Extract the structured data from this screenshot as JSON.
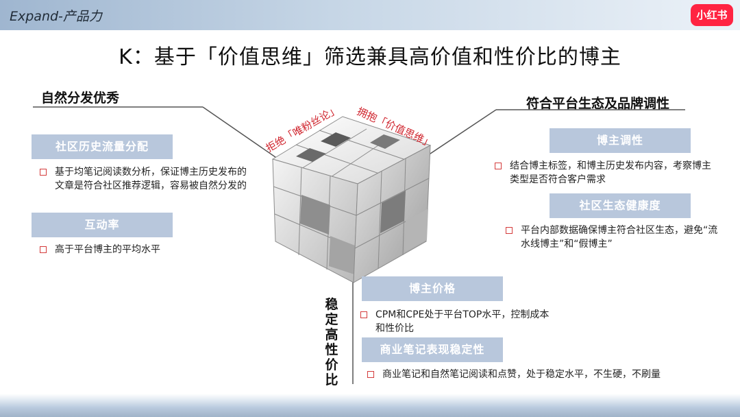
{
  "header": {
    "label": "Expand-产品力",
    "logo_text": "小红书"
  },
  "title": "K：基于「价值思维」筛选兼具高价值和性价比的博主",
  "cube": {
    "label_reject": "拒绝「唯粉丝论」",
    "label_embrace": "拥抱「价值思维」"
  },
  "left": {
    "heading": "自然分发优秀",
    "sections": [
      {
        "title": "社区历史流量分配",
        "bullet": "基于均笔记阅读数分析，保证博主历史发布的文章是符合社区推荐逻辑，容易被自然分发的"
      },
      {
        "title": "互动率",
        "bullet": "高于平台博主的平均水平"
      }
    ]
  },
  "right": {
    "heading": "符合平台生态及品牌调性",
    "sections": [
      {
        "title": "博主调性",
        "bullet": "结合博主标签，和博主历史发布内容，考察博主类型是否符合客户需求"
      },
      {
        "title": "社区生态健康度",
        "bullet": "平台内部数据确保博主符合社区生态，避免“流水线博主”和“假博主”"
      }
    ]
  },
  "bottom": {
    "heading": "稳定高性价比",
    "sections": [
      {
        "title": "博主价格",
        "bullet": "CPM和CPE处于平台TOP水平，控制成本和性价比"
      },
      {
        "title": "商业笔记表现稳定性",
        "bullet": "商业笔记和自然笔记阅读和点赞，处于稳定水平，不生硬，不刷量"
      }
    ]
  }
}
